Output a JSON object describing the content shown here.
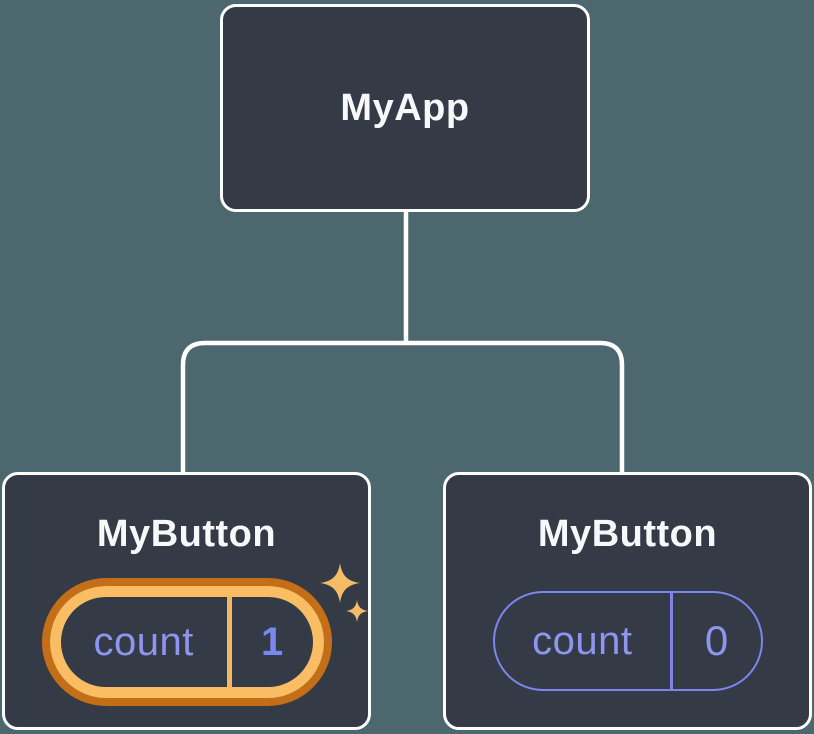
{
  "canvas": {
    "background": "#4D676E",
    "description": "React component tree diagram"
  },
  "colors": {
    "bg": "#4D676E",
    "card_bg": "#343A46",
    "card_border": "#FFFFFF",
    "connector": "#FFFFFF",
    "title_color": "#F7F8FA",
    "state_purple": "#8D96EC",
    "state_purple_bold": "#7B87F0",
    "pill_purple_border": "#7B86EC",
    "gold": "#FABD63",
    "gold_dark": "#C46E17",
    "gold_divider": "#F2B763"
  },
  "tree": {
    "root": {
      "label": "MyApp"
    },
    "children": [
      {
        "label": "MyButton",
        "state_key": "count",
        "state_value": "1",
        "highlighted": true
      },
      {
        "label": "MyButton",
        "state_key": "count",
        "state_value": "0",
        "highlighted": false
      }
    ]
  },
  "icons": {
    "sparkles": "✦"
  }
}
